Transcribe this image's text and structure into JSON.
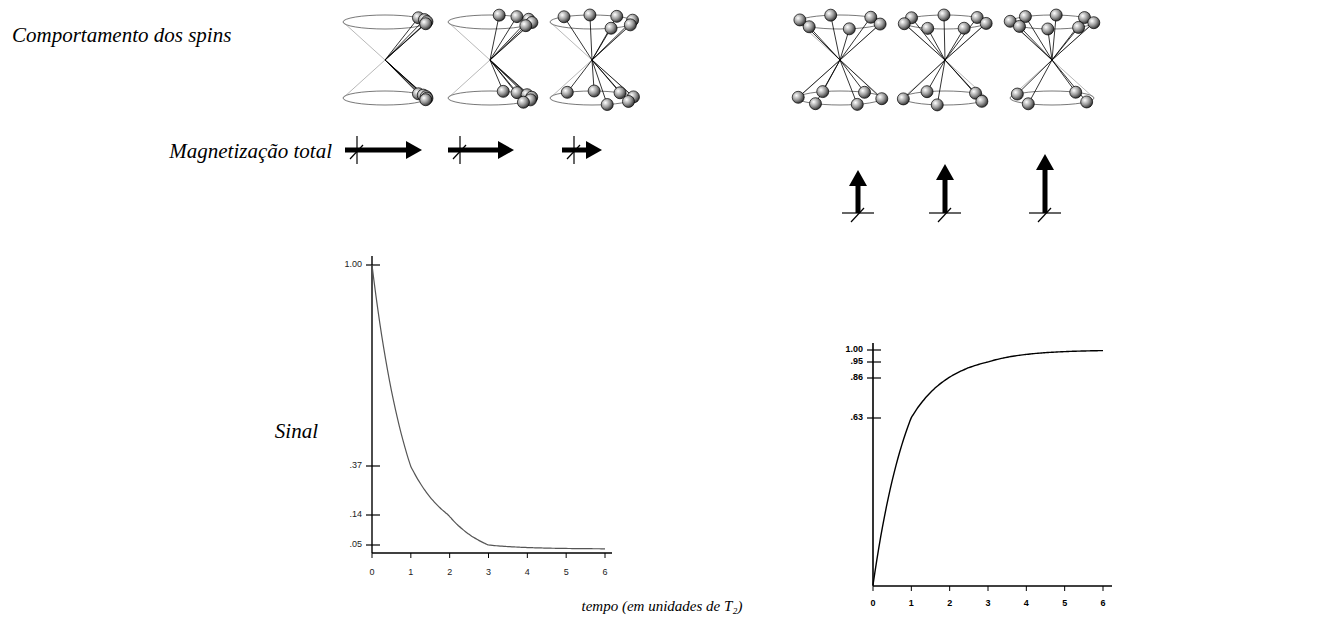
{
  "diagram": {
    "labels": [
      "Comportamento dos spins",
      "Magnetização total",
      "Sinal",
      "1.00",
      ".37",
      ".14",
      ".05",
      "0",
      "1",
      "2",
      "3",
      "4",
      "5",
      "6",
      "1.00",
      ".95",
      ".86",
      ".63",
      "0",
      "1",
      "2",
      "3",
      "4",
      "5",
      "6",
      "tempo (em unidades de T₂)"
    ]
  }
}
